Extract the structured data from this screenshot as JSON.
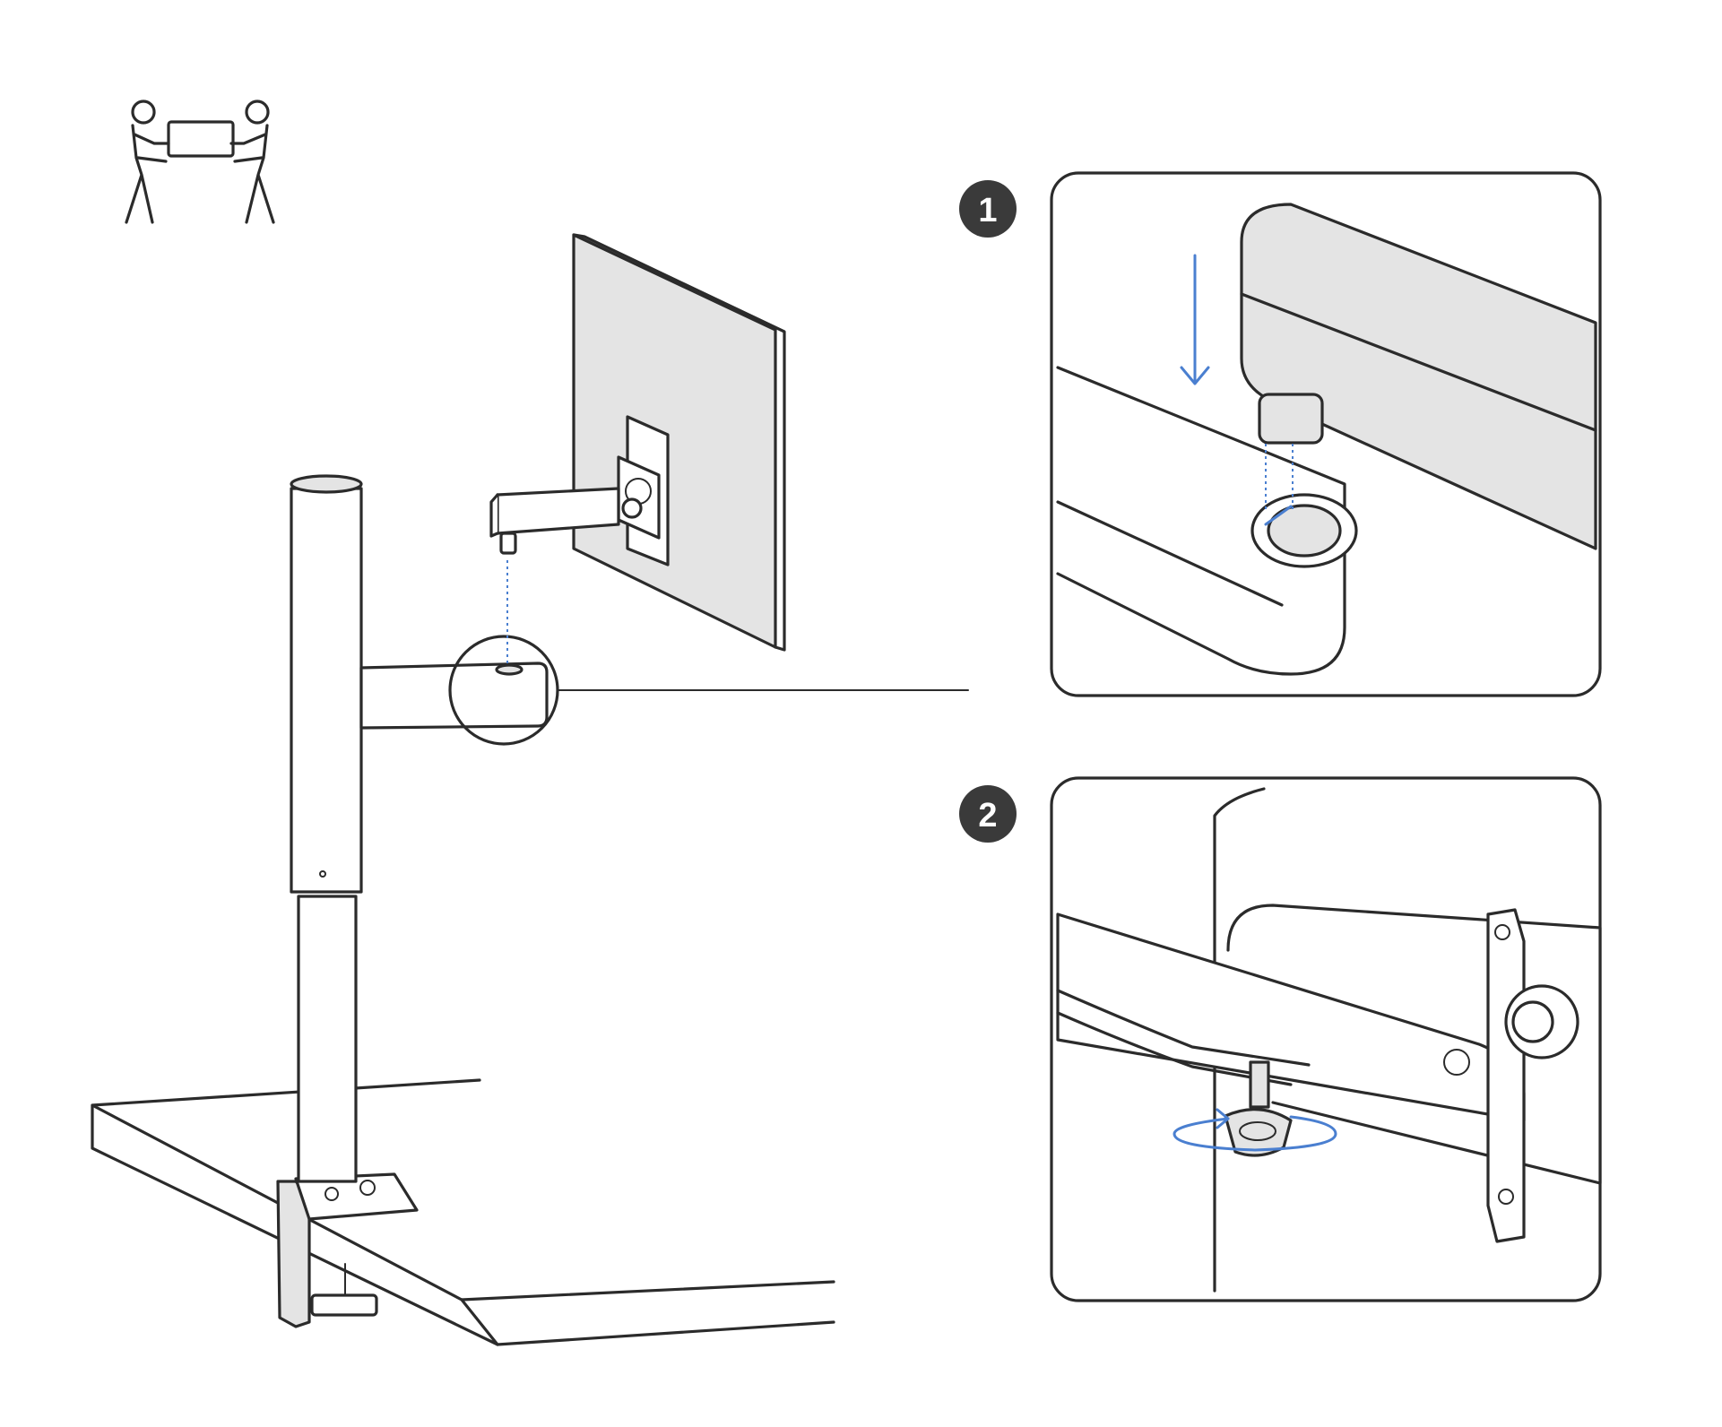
{
  "steps": [
    {
      "number": "1",
      "action": "lower-arm-onto-post"
    },
    {
      "number": "2",
      "action": "tighten-locking-screw"
    }
  ],
  "icons": [
    "two-person-lift-icon",
    "down-arrow-icon",
    "rotate-arrow-icon"
  ],
  "colors": {
    "ink": "#2b2b2b",
    "accent_blue": "#4a7fd0",
    "panel_fill": "#e4e4e4",
    "badge": "#3a3a3a",
    "background": "#ffffff"
  }
}
